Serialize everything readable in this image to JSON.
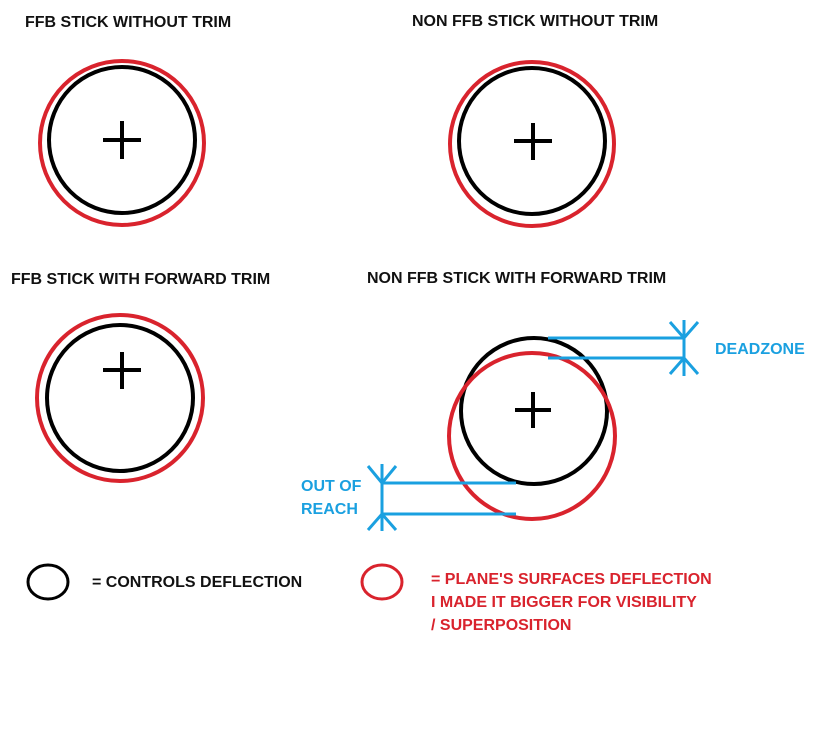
{
  "panels": {
    "ffb_no_trim": "FFB STICK WITHOUT TRIM",
    "nonffb_no_trim": "NON FFB STICK WITHOUT TRIM",
    "ffb_trim": "FFB STICK WITH FORWARD TRIM",
    "nonffb_trim": "NON FFB STICK WITH FORWARD TRIM"
  },
  "annotations": {
    "deadzone": "DEADZONE",
    "out_of_reach_line1": "OUT OF",
    "out_of_reach_line2": "REACH"
  },
  "legend": {
    "controls": "= CONTROLS DEFLECTION",
    "plane_line1": "= PLANE'S SURFACES DEFLECTION",
    "plane_line2": "I MADE IT BIGGER FOR VISIBILITY",
    "plane_line3": "/ SUPERPOSITION"
  },
  "colors": {
    "controls": "#000000",
    "plane": "#d9232d",
    "annotation": "#1aa0e0"
  }
}
